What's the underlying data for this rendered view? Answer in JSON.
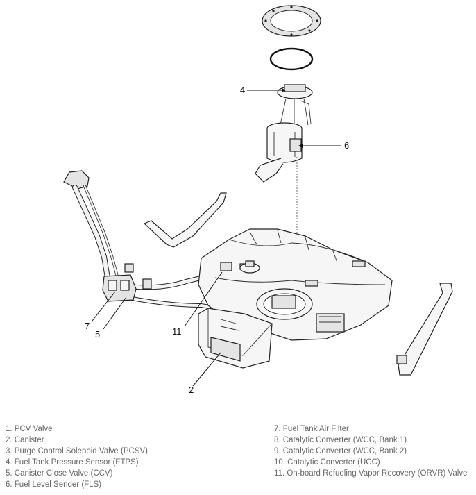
{
  "callouts": {
    "c4": "4",
    "c6": "6",
    "c7": "7",
    "c5": "5",
    "c11": "11",
    "c2": "2"
  },
  "legend": {
    "left": [
      "1. PCV Valve",
      "2. Canister",
      "3. Purge Control Solenoid Valve (PCSV)",
      "4. Fuel Tank Pressure Sensor (FTPS)",
      "5. Canister Close Valve (CCV)",
      "6. Fuel Level Sender (FLS)"
    ],
    "right": [
      "7. Fuel Tank Air Filter",
      "8. Catalytic Converter (WCC, Bank 1)",
      "9. Catalytic Converter (WCC, Bank 2)",
      "10. Catalytic Converter (UCC)",
      "11. On-board Refueling Vapor Recovery (ORVR) Valve"
    ]
  }
}
